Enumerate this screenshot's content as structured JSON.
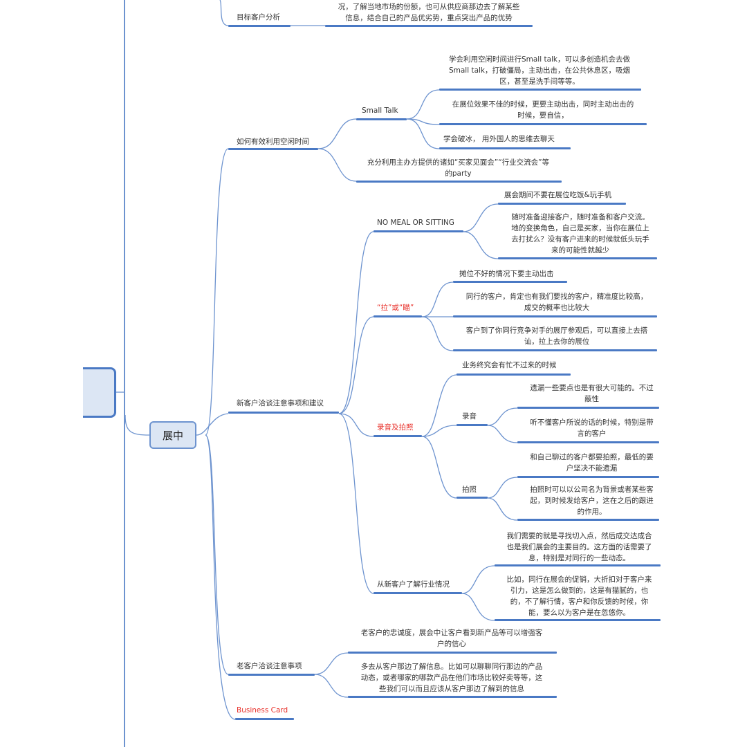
{
  "root": {
    "label": ""
  },
  "main": {
    "label": "展中"
  },
  "nodes": {
    "target_customer": "目标客户分析",
    "target_note": "况，了解当地市场的份额，也可从供应商那边去了解某些\n信息，结合自己的产品优劣势，重点突出产品的优势",
    "spare_time": "如何有效利用空闲时间",
    "small_talk": "Small Talk",
    "st1": "学会利用空闲时间进行Small talk，可以多创造机会去做\nSmall talk，打破僵局，主动出击，在公共休息区，吸烟\n区，甚至是洗手间等等。",
    "st2": "在展位效果不佳的时候，更要主动出击，同时主动出击的\n时候，要自信，",
    "st3": "学会破冰， 用外国人的思维去聊天",
    "party": "充分利用主办方提供的诸如“买家见面会”“行业交流会”等\n的party",
    "new_customer": "新客户洽谈注意事项和建议",
    "no_meal": "NO MEAL OR SITTING",
    "nm1": "展会期间不要在展位吃饭&玩手机",
    "nm2": "随时准备迎接客户，随时准备和客户交流。\n地的变换角色，自己是买家，当你在展位上\n去打扰么？没有客户进来的时候就低头玩手\n来的可能性就越少",
    "pull": "“拉”或“瞄”",
    "p1": "摊位不好的情况下要主动出击",
    "p2": "同行的客户，肯定也有我们要找的客户，精准度比较高，\n成交的概率也比较大",
    "p3": "客户到了你同行竞争对手的展厅参观后，可以直接上去搭\n讪，拉上去你的展位",
    "rec_photo": "录音及拍照",
    "rp1": "业务终究会有忙不过来的时候",
    "rec": "录音",
    "r1": "遗漏一些要点也是有很大可能的。不过\n蔽性",
    "r2": "听不懂客户所说的话的时候，特别是带\n言的客户",
    "photo": "拍照",
    "ph1": "和自己聊过的客户都要拍照，最低的要\n户坚决不能遗漏",
    "ph2": "拍照时可以以公司名为背景或者某些客\n起，到时候发给客户，这在之后的跟进\n的作用。",
    "industry": "从新客户了解行业情况",
    "in1": "我们需要的就是寻找切入点，然后成交达成合\n也是我们展会的主要目的。这方面的话需要了\n息，特别是对同行的一些动态。",
    "in2": "比如，同行在展会的促销，大折扣对于客户来\n引力，这是怎么做到的，这是有猫腻的，也\n的，不了解行情，客户和你反馈的时候，你\n能，要么以为客户是在忽悠你。",
    "old_customer": "老客户洽谈注意事项",
    "oc1": "老客户的忠诚度，展会中让客户看到新产品等可以增强客\n户的信心",
    "oc2": "多去从客户那边了解信息。比如可以聊聊同行那边的产品\n动态，或者哪家的哪款产品在他们市场比较好卖等等，这\n些我们可以而且应该从客户那边了解到的信息",
    "business_card": "Business Card"
  },
  "colors": {
    "line": "#6d93cf",
    "underline": "#4a79c4",
    "node_fill": "#dce6f4",
    "highlight": "#e8302a"
  }
}
